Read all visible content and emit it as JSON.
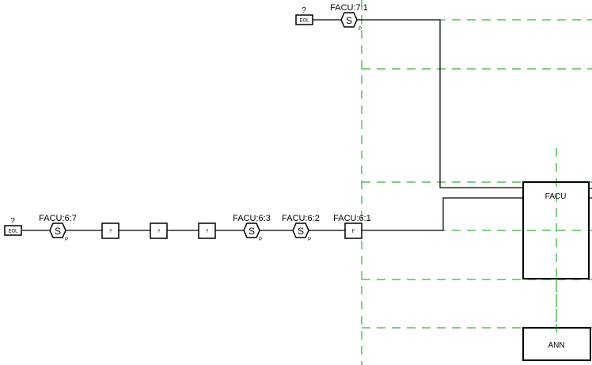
{
  "top_loop": {
    "eol": {
      "question": "?",
      "label": "EOL"
    },
    "devices": [
      {
        "tag": "FACU:7:1",
        "symbol": "S",
        "sub": "P"
      }
    ]
  },
  "bottom_loop": {
    "eol": {
      "question": "?",
      "label": "EOL"
    },
    "devices": [
      {
        "tag": "FACU:6:7",
        "symbol": "S",
        "sub": "P"
      },
      {
        "tag": "",
        "symbol": "?"
      },
      {
        "tag": "",
        "symbol": "?"
      },
      {
        "tag": "",
        "symbol": "?"
      },
      {
        "tag": "FACU:6:3",
        "symbol": "S",
        "sub": "P"
      },
      {
        "tag": "FACU:6:2",
        "symbol": "S",
        "sub": "P"
      },
      {
        "tag": "FACU:6:1",
        "symbol": "F"
      }
    ]
  },
  "panels": {
    "facu": "FACU",
    "ann": "ANN"
  },
  "colors": {
    "wire": "#000000",
    "grid": "#00a000"
  }
}
